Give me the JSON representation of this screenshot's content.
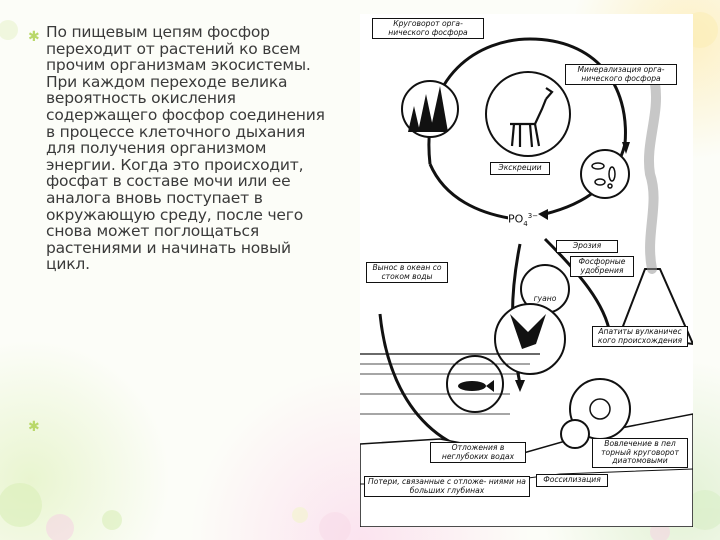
{
  "slide": {
    "body_text": "По пищевым цепям фосфор переходит от растений ко всем прочим организмам экосистемы. При каждом переходе велика вероятность окисления содержащего фосфор соединения в процессе клеточного дыхания для получения организмом энергии. Когда это происходит, фосфат в составе мочи или ее аналога вновь поступает в окружающую среду, после чего снова может поглощаться растениями и начинать новый цикл."
  },
  "diagram": {
    "labels": {
      "organic_cycle": "Круговорот орга- нического фосфора",
      "mineralization": "Минерализация орга- нического фосфора",
      "excretion": "Экскреции",
      "po4_base": "PO",
      "po4_sub": "4",
      "po4_sup": "3−",
      "erosion": "Эрозия",
      "fertilizers": "Фосфорные удобрения",
      "runoff": "Вынос в океан со стоком воды",
      "guano": "гуано",
      "apatites": "Апатиты вулканичес кого происхождения",
      "shallow_deposit": "Отложения в неглубоких водах",
      "deep_cycle": "Вовлечение в пел торный круговорот диатомовыми",
      "fossilization": "Фоссилизация",
      "deep_losses": "Потери, связанные с отложе- ниями на больших глубинах"
    }
  },
  "colors": {
    "text": "#3a3a3a",
    "bullet": "#b9d86a",
    "ink": "#111111"
  }
}
